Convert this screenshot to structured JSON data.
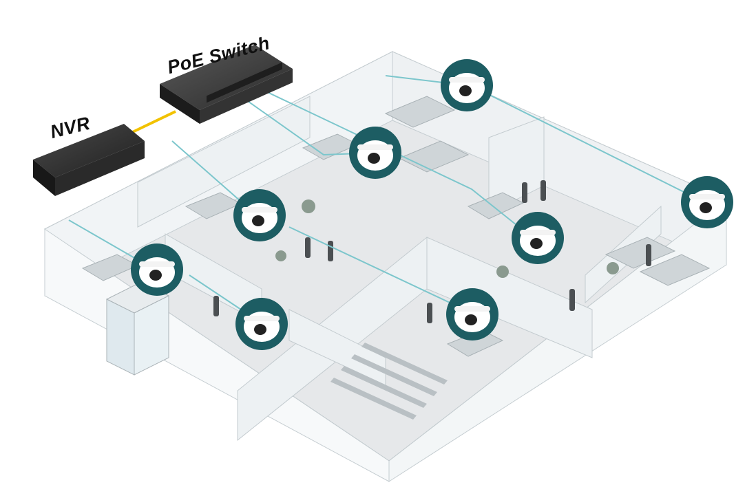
{
  "labels": {
    "nvr": "NVR",
    "poe_switch": "PoE Switch"
  },
  "colors": {
    "camera_ring": "#1d5d63",
    "network_line": "#7cc6cc",
    "nvr_link": "#f2c200",
    "device_body": "#2b2b2b",
    "floor": "#e3e5e7",
    "wall": "#eef2f4"
  },
  "icons": {
    "camera": "dome-camera-icon",
    "switch": "poe-switch-device",
    "recorder": "nvr-device"
  }
}
